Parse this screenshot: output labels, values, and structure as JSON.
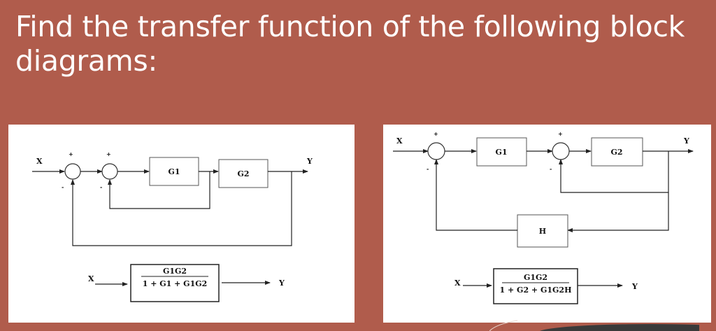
{
  "title": "Find the transfer function of the following block diagrams:",
  "left": {
    "input": "X",
    "output": "Y",
    "sum1_plus": "+",
    "sum1_minus": "-",
    "sum2_plus": "+",
    "sum2_minus": "-",
    "block1": "G1",
    "block2": "G2",
    "result": {
      "input": "X",
      "output": "Y",
      "numerator": "G1G2",
      "denominator": "1 + G1 + G1G2"
    }
  },
  "right": {
    "input": "X",
    "output": "Y",
    "sum1_plus": "+",
    "sum1_minus": "-",
    "sum2_plus": "+",
    "sum2_minus": "-",
    "block1": "G1",
    "block2": "G2",
    "block3": "H",
    "result": {
      "input": "X",
      "output": "Y",
      "numerator": "G1G2",
      "denominator": "1 + G2 + G1G2H"
    }
  },
  "colors": {
    "background": "#b05c4c",
    "panel": "#ffffff",
    "text_title": "#ffffff"
  }
}
